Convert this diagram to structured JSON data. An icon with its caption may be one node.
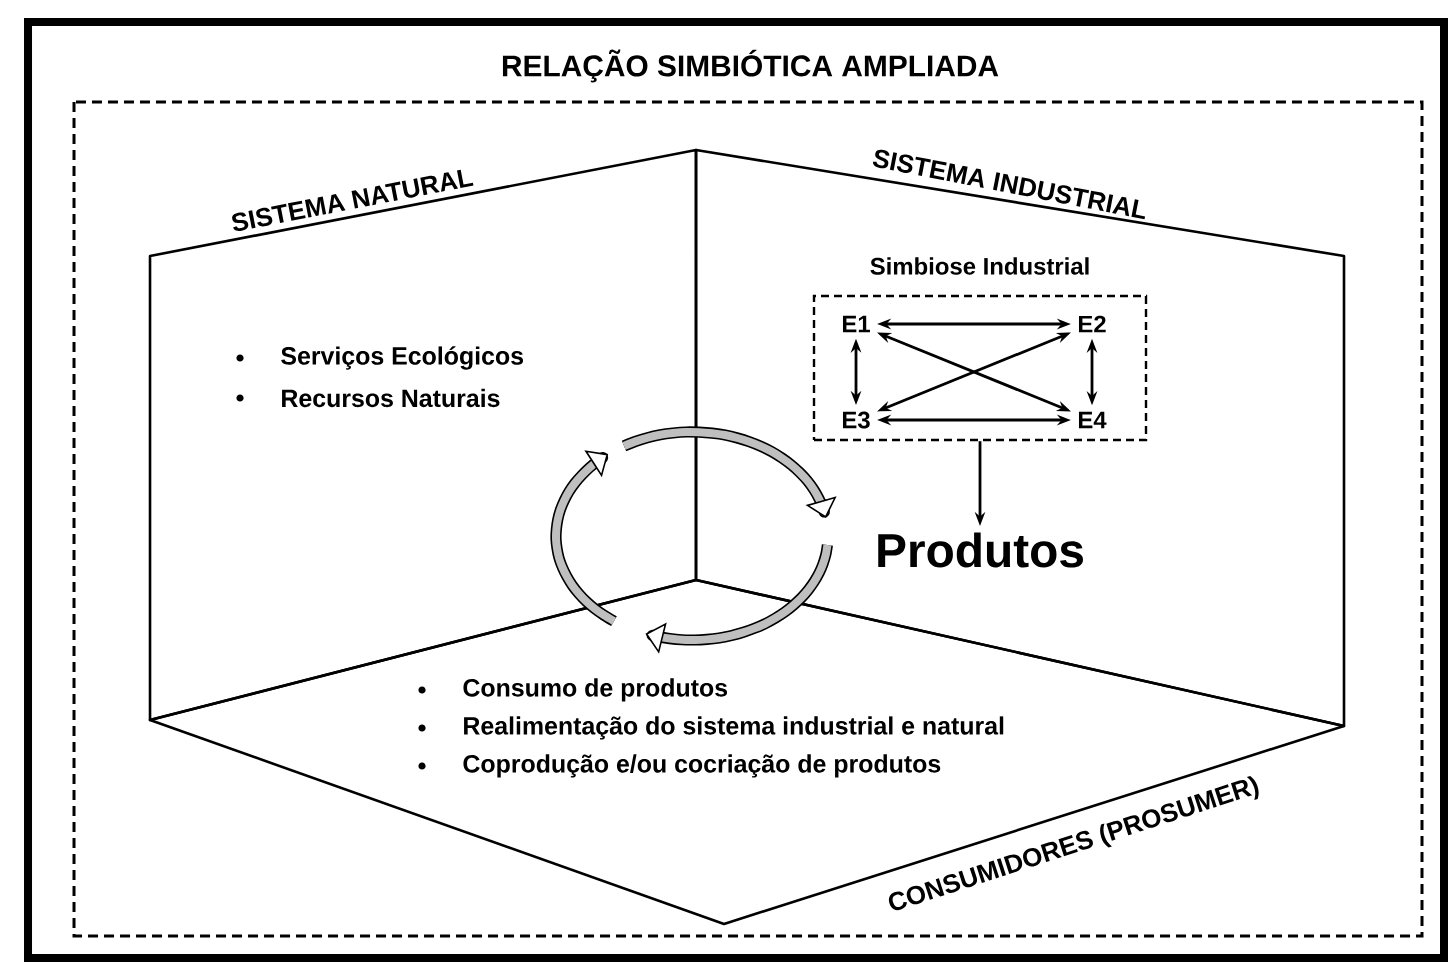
{
  "diagram": {
    "title": "RELAÇÃO SIMBIÓTICA AMPLIADA",
    "nodes": [
      {
        "text": [
          "SISTEMA NATURAL",
          "Serviços Ecológicos",
          "Recursos Naturais"
        ]
      },
      {
        "text": [
          "SISTEMA INDUSTRIAL"
        ]
      },
      {
        "text": [
          "Simbiose Industrial"
        ],
        "in": 1
      },
      {
        "text": [
          "E1"
        ],
        "in": 2
      },
      {
        "text": [
          "E2"
        ],
        "in": 2
      },
      {
        "text": [
          "E3"
        ],
        "in": 2
      },
      {
        "text": [
          "E4"
        ],
        "in": 2
      },
      {
        "text": [
          "Produtos"
        ],
        "in": 1
      },
      {
        "text": [
          "CONSUMIDORES (PROSUMER)",
          "Consumo de produtos",
          "Realimentação do sistema industrial e natural",
          "Coprodução e/ou cocriação de produtos"
        ]
      }
    ],
    "edges": [
      {
        "from": 3,
        "to": 4,
        "arrow": "both"
      },
      {
        "from": 3,
        "to": 5,
        "arrow": "both"
      },
      {
        "from": 4,
        "to": 6,
        "arrow": "both"
      },
      {
        "from": 5,
        "to": 6,
        "arrow": "both"
      },
      {
        "from": 3,
        "to": 6,
        "arrow": "both"
      },
      {
        "from": 4,
        "to": 5,
        "arrow": "both"
      },
      {
        "from": 2,
        "to": 7,
        "arrow": "to"
      }
    ]
  }
}
